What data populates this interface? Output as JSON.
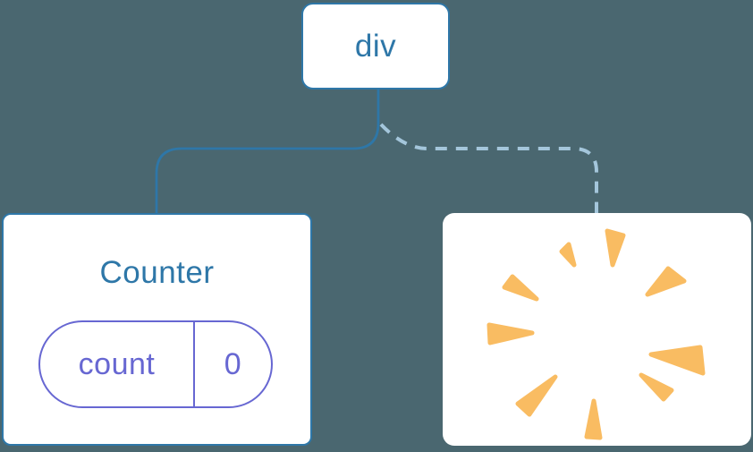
{
  "diagram": {
    "description": "component-tree-diagram",
    "background_color": "#4A6770",
    "root_node": {
      "label": "div"
    },
    "edges": [
      {
        "from": "div",
        "to": "counter",
        "style": "solid",
        "color": "#2E77A8"
      },
      {
        "from": "div",
        "to": "removed",
        "style": "dashed",
        "color": "#A4C6DB"
      }
    ],
    "counter_node": {
      "title": "Counter",
      "state": {
        "key": "count",
        "value": "0"
      },
      "state_color": "#6767D2"
    },
    "removed_node": {
      "icon": "poof-burst-icon",
      "burst_color": "#F9BC62"
    },
    "colors": {
      "accent_blue": "#2E77A8",
      "dashed_blue": "#A4C6DB",
      "state_purple": "#6767D2",
      "burst_orange": "#F9BC62",
      "background": "#4A6770",
      "node_fill": "#FFFFFF"
    }
  }
}
